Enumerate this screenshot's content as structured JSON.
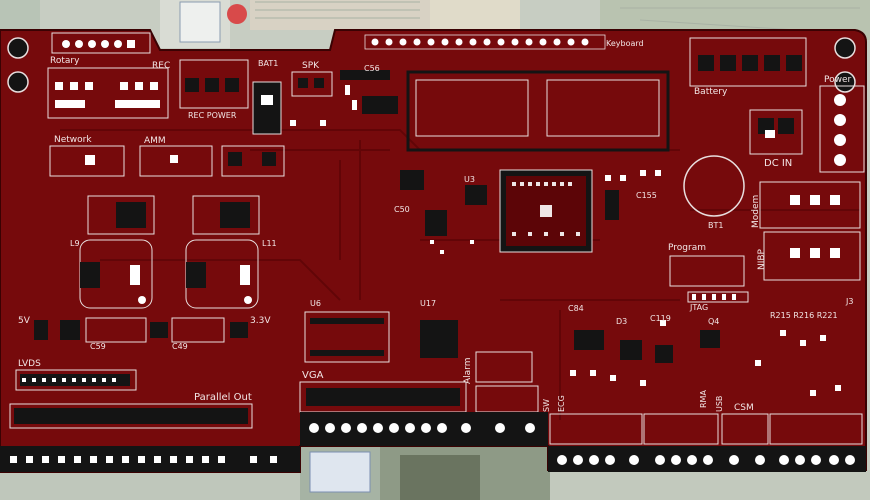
{
  "photo": {
    "subject": "pcb-board",
    "colors": {
      "board": "#7a0a0c",
      "board_dark": "#5e0507",
      "silkscreen": "#f0e4e4",
      "pad": "#ffffff",
      "edge_strip": "#141414",
      "background": "#c9cfc4"
    }
  },
  "labels": {
    "rotary": "Rotary",
    "rec": "REC",
    "rec_power": "REC  POWER",
    "bat1": "BAT1",
    "spk": "SPK",
    "keyboard": "Keyboard",
    "battery": "Battery",
    "power": "Power",
    "network": "Network",
    "amm": "AMM",
    "dc_in": "DC IN",
    "bt1": "BT1",
    "modem": "Modem",
    "program": "Program",
    "jtag": "JTAG",
    "nibp": "NIBP",
    "l9": "L9",
    "l11": "L11",
    "u3": "U3",
    "u6": "U6",
    "u17": "U17",
    "five_v": "5V",
    "three_v3": "3.3V",
    "lvds": "LVDS",
    "vga": "VGA",
    "parallel_out": "Parallel Out",
    "alarm": "Alarm",
    "sw": "SW",
    "ecg": "ECG",
    "usb": "USB",
    "csm": "CSM",
    "rma": "RMA",
    "j3": "J3",
    "c56": "C56",
    "c59": "C59",
    "c49": "C49",
    "c155": "C155",
    "c50": "C50",
    "c84": "C84",
    "c119": "C119",
    "q4": "Q4",
    "d3": "D3",
    "r215": "R215 R216 R221"
  }
}
